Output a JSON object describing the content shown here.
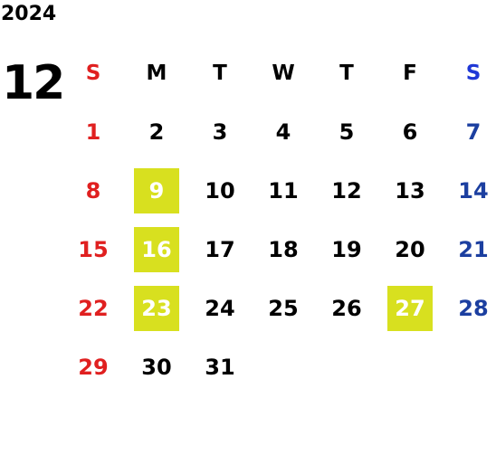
{
  "calendar": {
    "year": "2024",
    "month": "12",
    "weekday_headers": [
      "S",
      "M",
      "T",
      "W",
      "T",
      "F",
      "S"
    ],
    "weeks": [
      [
        "1",
        "2",
        "3",
        "4",
        "5",
        "6",
        "7"
      ],
      [
        "8",
        "9",
        "10",
        "11",
        "12",
        "13",
        "14"
      ],
      [
        "15",
        "16",
        "17",
        "18",
        "19",
        "20",
        "21"
      ],
      [
        "22",
        "23",
        "24",
        "25",
        "26",
        "27",
        "28"
      ],
      [
        "29",
        "30",
        "31",
        "",
        "",
        "",
        ""
      ]
    ],
    "highlighted_days": [
      "9",
      "16",
      "23",
      "27"
    ],
    "colors": {
      "sunday": "#e02020",
      "saturday_header": "#1f38d6",
      "saturday": "#1c3fa0",
      "highlight": "#d8e01f"
    }
  }
}
